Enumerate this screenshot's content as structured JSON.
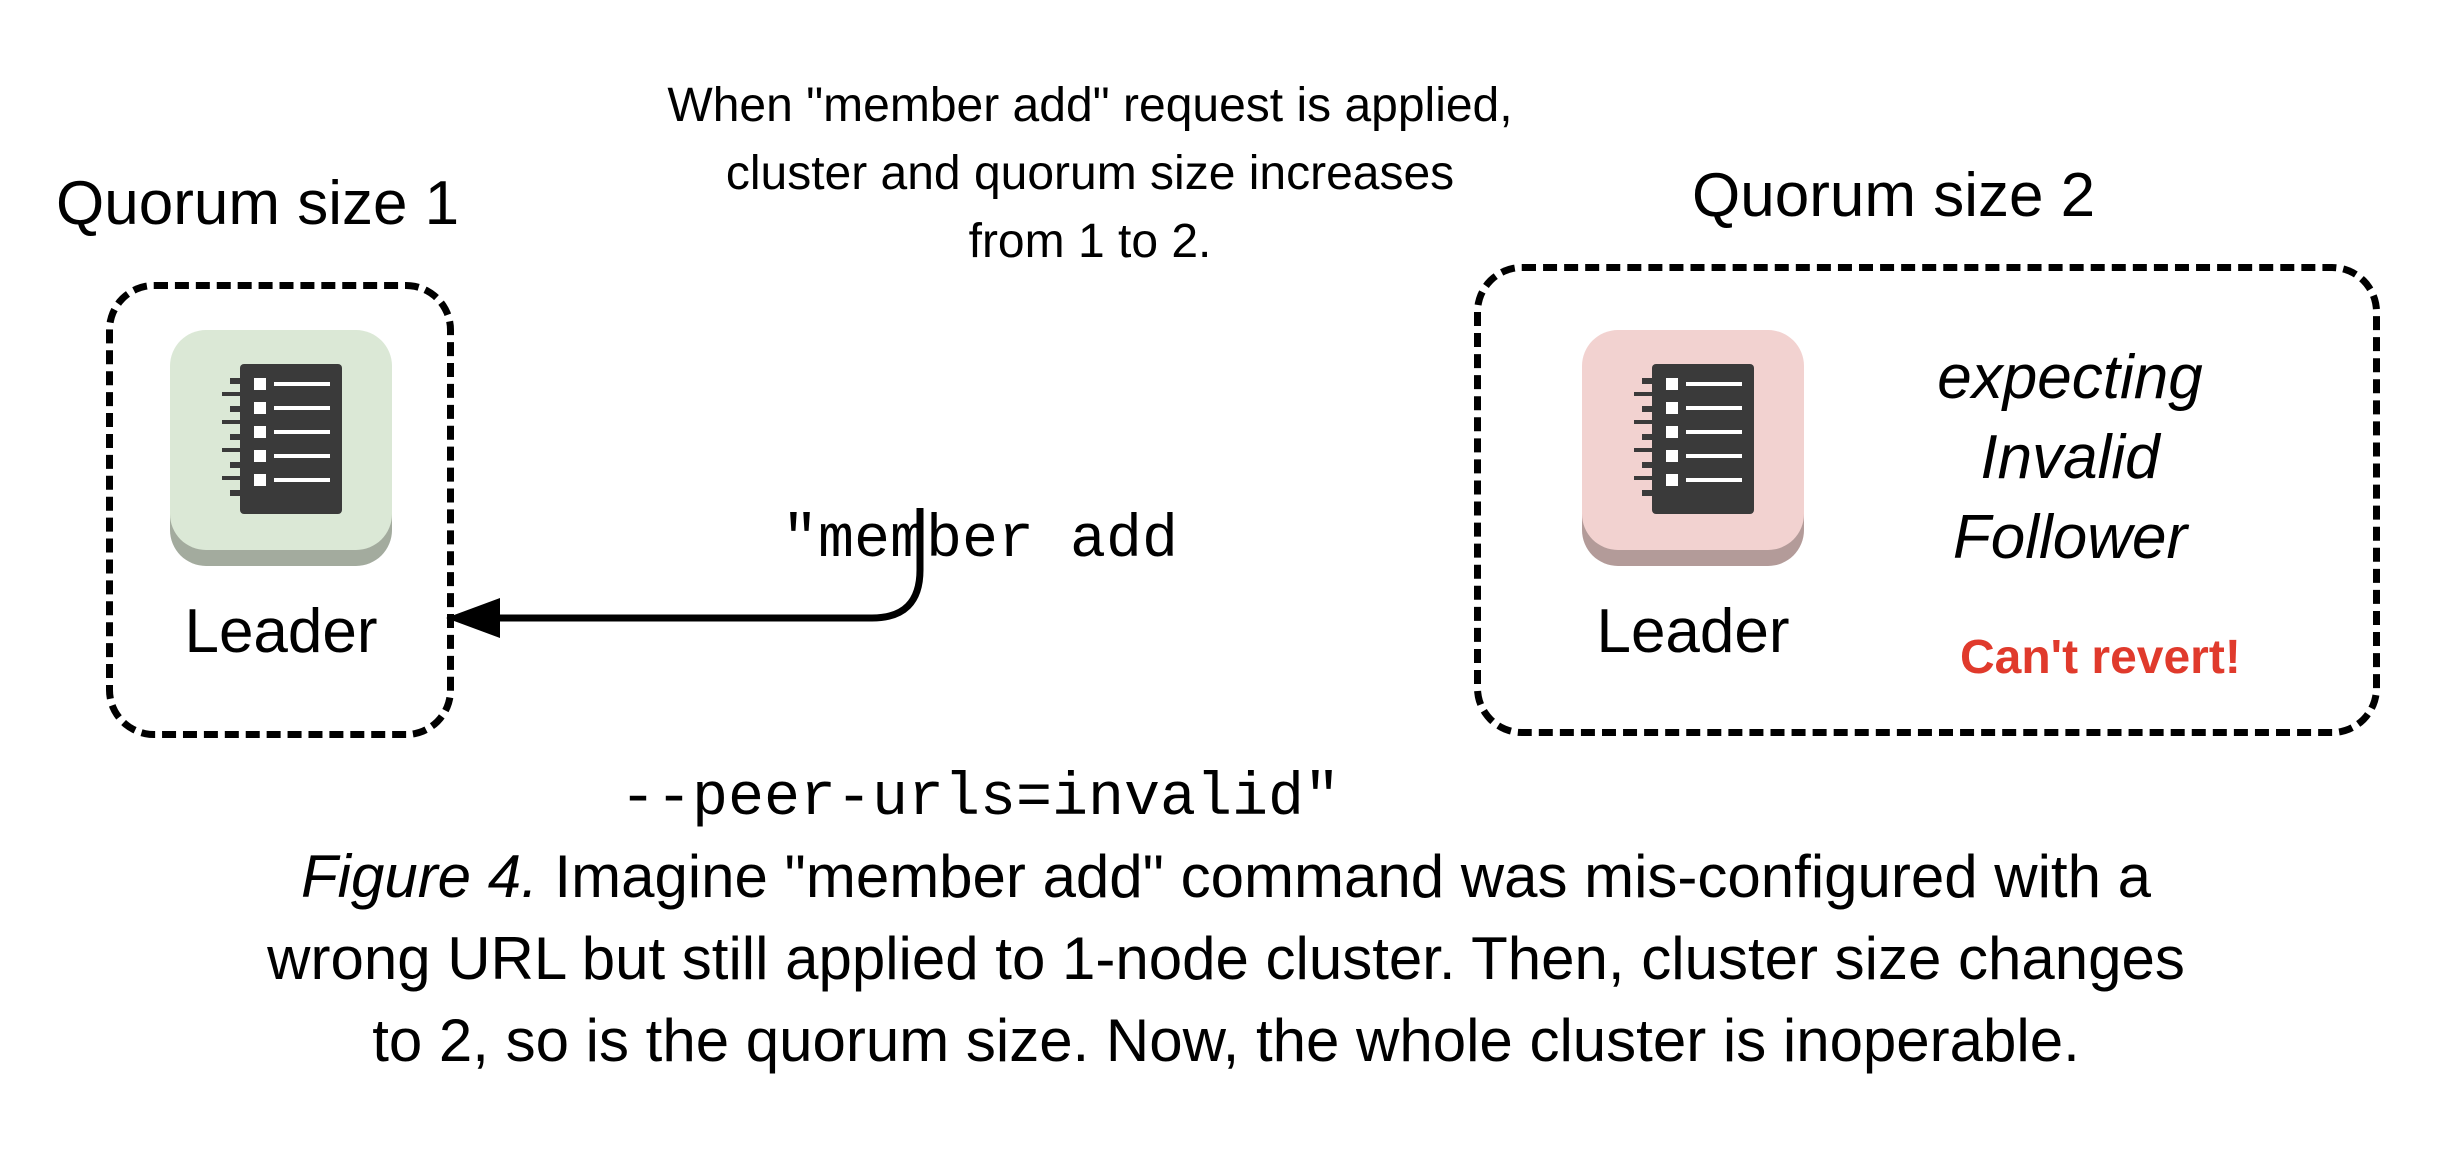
{
  "left_cluster": {
    "quorum_label": "Quorum size 1",
    "node_label": "Leader",
    "tile_color": "#dbe8d6",
    "tile_shadow": "#a3ab9e"
  },
  "transition": {
    "note_lines": [
      "When \"member add\" request is applied,",
      "cluster and quorum size increases",
      "from 1 to 2."
    ],
    "command_lines": [
      "\"member add",
      "--peer-urls=invalid\""
    ]
  },
  "right_cluster": {
    "quorum_label": "Quorum size 2",
    "node_label": "Leader",
    "tile_color": "#f2d2d0",
    "tile_shadow": "#b39b99",
    "expect_lines": [
      "expecting",
      "Invalid",
      "Follower"
    ],
    "warning": "Can't revert!",
    "warning_color": "#e03a2c"
  },
  "caption": {
    "figure_label": "Figure 4.",
    "line1_rest": " Imagine \"member add\" command was mis-configured with a",
    "line2": "wrong URL but still applied to 1-node cluster. Then, cluster size changes",
    "line3": "to 2, so is the quorum size. Now, the whole cluster is inoperable."
  },
  "icons": {
    "server": "server-rack-icon",
    "arrow": "curved-arrow-icon"
  }
}
